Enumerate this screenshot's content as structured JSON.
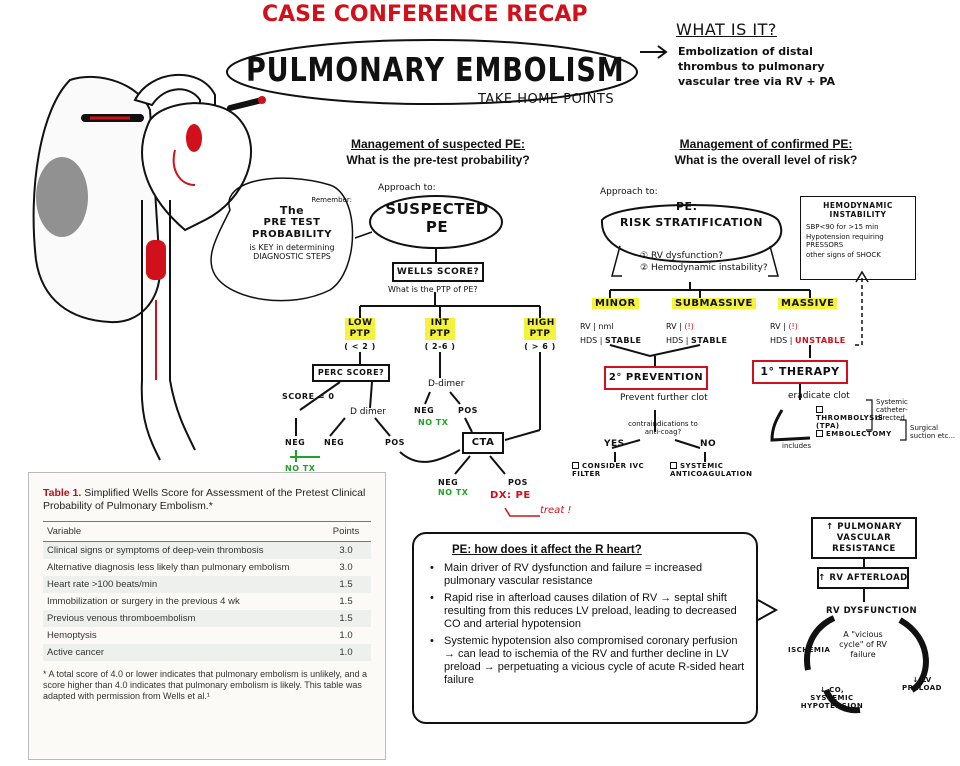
{
  "header": {
    "conference": "CASE CONFERENCE RECAP",
    "title": "PULMONARY EMBOLISM",
    "subtitle": "TAKE HOME POINTS"
  },
  "what_is_it": {
    "question": "WHAT IS IT?",
    "answer": "Embolization of distal thrombus to pulmonary vascular tree via RV + PA"
  },
  "remember_note": {
    "lead": "Remember:",
    "the": "The",
    "ptp": "PRE TEST PROBABILITY",
    "tail": "is KEY in determining DIAGNOSTIC STEPS"
  },
  "suspected": {
    "heading": "Management of suspected PE:",
    "question": "What is the pre-test probability?",
    "approach": "Approach to:",
    "title": "SUSPECTED PE",
    "wells_box": "WELLS SCORE?",
    "wells_q": "What is the PTP of PE?",
    "low_ptp": "LOW PTP",
    "low_range": "( < 2 )",
    "int_ptp": "INT PTP",
    "int_range": "( 2-6 )",
    "high_ptp": "HIGH PTP",
    "high_range": "( > 6 )",
    "perc": "PERC SCORE?",
    "score0": "SCORE = 0",
    "ddimer_low": "D dimer",
    "ddimer_int": "D-dimer",
    "neg1": "NEG",
    "neg2": "NEG",
    "pos1": "POS",
    "neg3": "NEG",
    "pos2": "POS",
    "no_tx1": "NO tx",
    "no_tx2": "NO tx",
    "cta": "CTA",
    "neg4": "NEG",
    "no_tx3": "NO tx",
    "pos3": "POS",
    "dx": "DX: PE",
    "treat": "treat !"
  },
  "confirmed": {
    "heading": "Management of confirmed PE:",
    "question": "What is the overall level of risk?",
    "approach": "Approach to:",
    "title_pe": "PE:",
    "title_rs": "RISK STRATIFICATION",
    "q1": "RV dysfunction?",
    "q2": "Hemodynamic instability?",
    "hemo_title": "HEMODYNAMIC INSTABILITY",
    "hemo_items": [
      "SBP<90 for >15 min",
      "Hypotension requiring PRESSORS",
      "other signs of SHOCK"
    ],
    "minor": "MINOR",
    "submassive": "SUBMASSIVE",
    "massive": "MASSIVE",
    "rv": "RV",
    "hds": "HDS",
    "nml": "nml",
    "stable": "STABLE",
    "stable2": "STABLE",
    "unstable": "UNSTABLE",
    "secondary": "2° PREVENTION",
    "prevent_clot": "Prevent further clot",
    "contra": "contraindications to anti-coag?",
    "yes": "YES",
    "no": "NO",
    "ivc": "CONSIDER IVC FILTER",
    "anticoag": "SYSTEMIC ANTICOAGULATION",
    "primary": "1° THERAPY",
    "eradicate": "eradicate clot",
    "thrombolysis": "THROMBOLYSIS (tPA)",
    "embolectomy": "EMBOLECTOMY",
    "includes": "includes",
    "cath": "Systemic catheter-directed",
    "surgical": "Surgical suction etc..."
  },
  "wells_table": {
    "title_bold": "Table 1.",
    "title": "Simplified Wells Score for Assessment of the Pretest Clinical Probability of Pulmonary Embolism.*",
    "col_variable": "Variable",
    "col_points": "Points",
    "rows": [
      {
        "variable": "Clinical signs or symptoms of deep-vein thrombosis",
        "points": "3.0"
      },
      {
        "variable": "Alternative diagnosis less likely than pulmonary embolism",
        "points": "3.0"
      },
      {
        "variable": "Heart rate >100 beats/min",
        "points": "1.5"
      },
      {
        "variable": "Immobilization or surgery in the previous 4 wk",
        "points": "1.5"
      },
      {
        "variable": "Previous venous thromboembolism",
        "points": "1.5"
      },
      {
        "variable": "Hemoptysis",
        "points": "1.0"
      },
      {
        "variable": "Active cancer",
        "points": "1.0"
      }
    ],
    "footnote": "* A total score of 4.0 or lower indicates that pulmonary embolism is unlikely, and a score higher than 4.0 indicates that pulmonary embolism is likely. This table was adapted with permission from Wells et al.¹"
  },
  "rheart": {
    "heading": "PE: how does it affect the R heart?",
    "bullets": [
      "Main driver of RV dysfunction and failure = increased pulmonary vascular resistance",
      "Rapid rise in afterload causes dilation of RV → septal shift resulting from this reduces LV preload, leading to decreased CO and arterial hypotension",
      "Systemic hypotension also compromised coronary perfusion → can lead to ischemia of the RV and further decline in LV preload → perpetuating a vicious cycle of acute R-sided heart failure"
    ]
  },
  "cycle": {
    "pvr": "↑ PULMONARY VASCULAR RESISTANCE",
    "afterload": "↑ RV AFTERLOAD",
    "rvdys": "RV DYSFUNCTION",
    "vicious": "A \"vicious cycle\" of RV failure",
    "ischemia": "ISCHEMIA",
    "lvpreload": "↓ LV PRELOAD",
    "co": "↓ CO, SYSTEMIC HYPOTENSION"
  }
}
